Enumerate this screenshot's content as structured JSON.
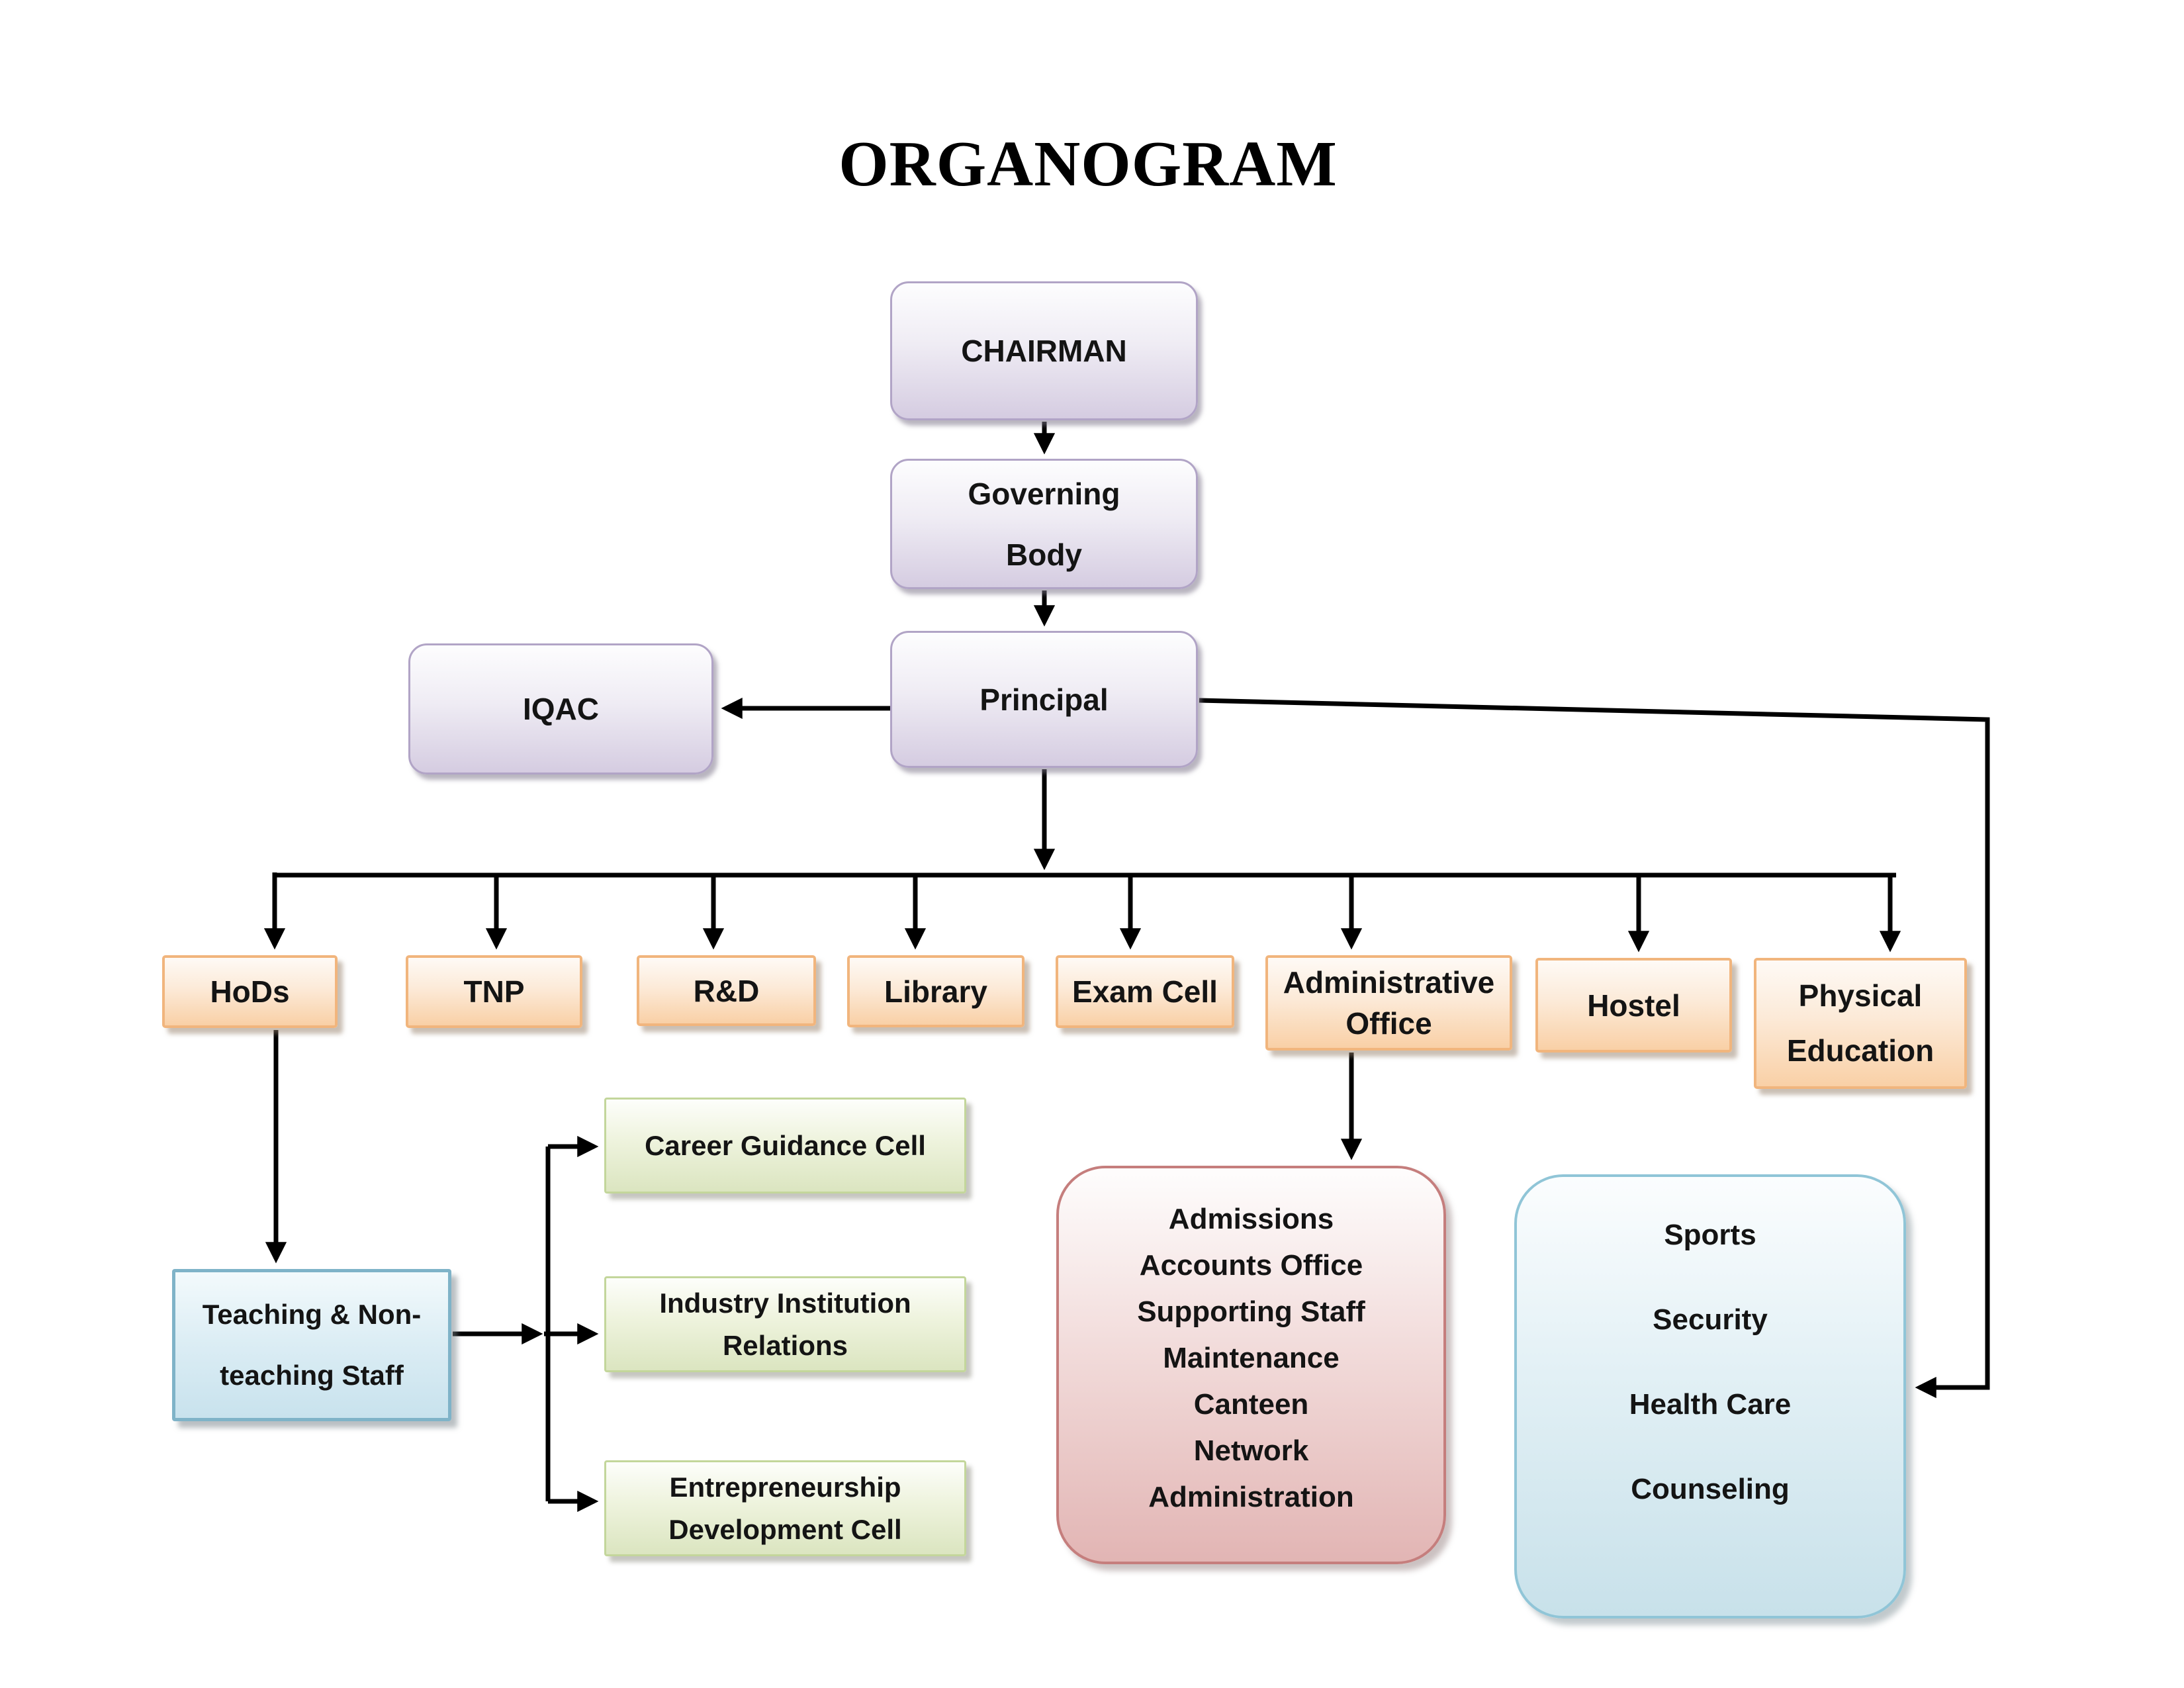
{
  "title": "ORGANOGRAM",
  "colors": {
    "purple_fill": "#d5cce1",
    "purple_border": "#b1a4c6",
    "orange_fill": "#f9d0a6",
    "orange_border": "#f1b57d",
    "green_fill": "#dbe5c0",
    "green_border": "#c3d69b",
    "blue_fill": "#c8e2ed",
    "blue_border": "#7fb3c8",
    "pink_fill": "#e2b5b4",
    "pink_border": "#c57e7d",
    "teal_fill": "#c8e1ea",
    "teal_border": "#90c5d7",
    "connector": "#000000"
  },
  "nodes": {
    "chairman": {
      "label": "CHAIRMAN"
    },
    "governing_body": {
      "label": "Governing\nBody"
    },
    "principal": {
      "label": "Principal"
    },
    "iqac": {
      "label": "IQAC"
    },
    "hods": {
      "label": "HoDs"
    },
    "tnp": {
      "label": "TNP"
    },
    "rnd": {
      "label": "R&D"
    },
    "library": {
      "label": "Library"
    },
    "exam_cell": {
      "label": "Exam Cell"
    },
    "admin_office": {
      "label": "Administrative\nOffice"
    },
    "hostel": {
      "label": "Hostel"
    },
    "physical_education": {
      "label": "Physical\nEducation"
    },
    "teaching_staff": {
      "label": "Teaching & Non-\nteaching Staff"
    },
    "career_guidance": {
      "label": "Career Guidance Cell"
    },
    "industry_relations": {
      "label": "Industry Institution\nRelations"
    },
    "entrepreneurship_cell": {
      "label": "Entrepreneurship\nDevelopment Cell"
    },
    "admin_functions": {
      "lines": [
        "Admissions",
        "Accounts Office",
        "Supporting Staff",
        "Maintenance",
        "Canteen",
        "Network",
        "Administration"
      ]
    },
    "student_services": {
      "lines": [
        "Sports",
        "Security",
        "Health Care",
        "Counseling"
      ]
    }
  }
}
